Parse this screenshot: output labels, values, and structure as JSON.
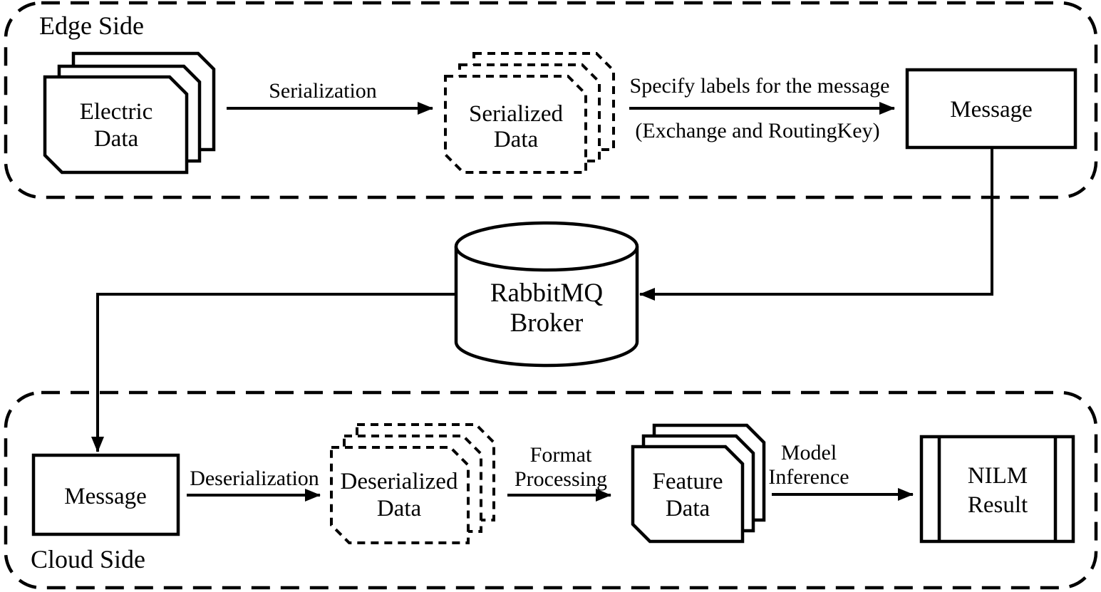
{
  "edge": {
    "label": "Edge Side",
    "electric_data_line1": "Electric",
    "electric_data_line2": "Data",
    "serialization": "Serialization",
    "serialized_data_line1": "Serialized",
    "serialized_data_line2": "Data",
    "specify_line1": "Specify labels for the message",
    "specify_line2": "(Exchange and RoutingKey)",
    "message": "Message"
  },
  "broker": {
    "line1": "RabbitMQ",
    "line2": "Broker"
  },
  "cloud": {
    "label": "Cloud Side",
    "message": "Message",
    "deserialization": "Deserialization",
    "deserialized_data_line1": "Deserialized",
    "deserialized_data_line2": "Data",
    "format_line1": "Format",
    "format_line2": "Processing",
    "feature_data_line1": "Feature",
    "feature_data_line2": "Data",
    "model_line1": "Model",
    "model_line2": "Inference",
    "nilm_line1": "NILM",
    "nilm_line2": "Result"
  },
  "colors": {
    "stroke": "#000000",
    "background": "#ffffff"
  }
}
